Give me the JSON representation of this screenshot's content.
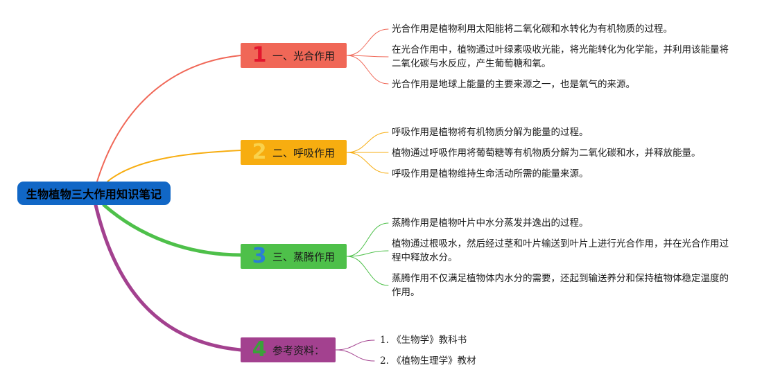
{
  "root": {
    "label": "生物植物三大作用知识笔记"
  },
  "branches": [
    {
      "number": "1",
      "label": "一、光合作用",
      "color": "#f06757",
      "number_color": "#e2172e",
      "leaves": [
        "光合作用是植物利用太阳能将二氧化碳和水转化为有机物质的过程。",
        "在光合作用中，植物通过叶绿素吸收光能，将光能转化为化学能，并利用该能量将二氧化碳与水反应，产生葡萄糖和氧。",
        "光合作用是地球上能量的主要来源之一，也是氧气的来源。"
      ]
    },
    {
      "number": "2",
      "label": "二、呼吸作用",
      "color": "#f7ad10",
      "number_color": "#f9d24c",
      "leaves": [
        "呼吸作用是植物将有机物质分解为能量的过程。",
        "植物通过呼吸作用将葡萄糖等有机物质分解为二氧化碳和水，并释放能量。",
        "呼吸作用是植物维持生命活动所需的能量来源。"
      ]
    },
    {
      "number": "3",
      "label": "三、蒸腾作用",
      "color": "#4ec04a",
      "number_color": "#2a7fd4",
      "leaves": [
        "蒸腾作用是植物叶片中水分蒸发并逸出的过程。",
        "植物通过根吸水，然后经过茎和叶片输送到叶片上进行光合作用，并在光合作用过程中释放水分。",
        "蒸腾作用不仅满足植物体内水分的需要，还起到输送养分和保持植物体稳定温度的作用。"
      ]
    },
    {
      "number": "4",
      "label": "参考资料：",
      "color": "#a3418f",
      "number_color": "#3aa13a",
      "leaves": [
        "1. 《生物学》教科书",
        "2. 《植物生理学》教材"
      ]
    }
  ]
}
